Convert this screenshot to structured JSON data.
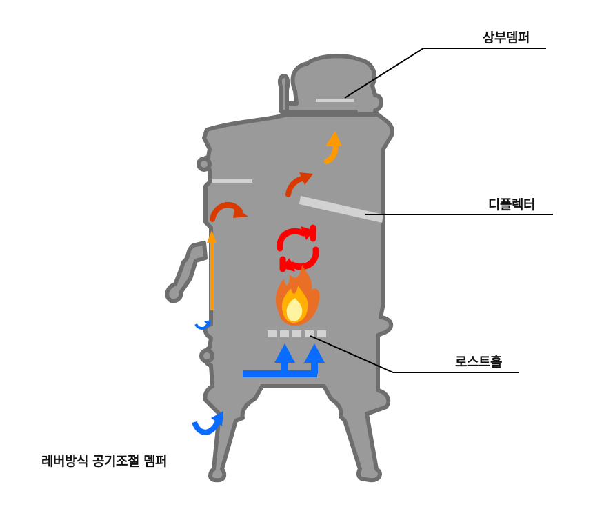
{
  "diagram": {
    "subject": "wood stove airflow",
    "labels": {
      "top_damper": "상부뎀퍼",
      "deflector": "디플렉터",
      "roast_hole": "로스트홀",
      "lever_damper": "레버방식 공기조절 뎀퍼"
    },
    "colors": {
      "stove_body": "#9a9a9a",
      "stove_outline": "#6e6e6e",
      "plate": "#d2d2d2",
      "orange_arrow": "#ff9900",
      "dark_orange_arrow": "#d83a00",
      "red_cycle": "#ff0000",
      "blue_air": "#0a6cff",
      "leader_line": "#000000"
    }
  }
}
